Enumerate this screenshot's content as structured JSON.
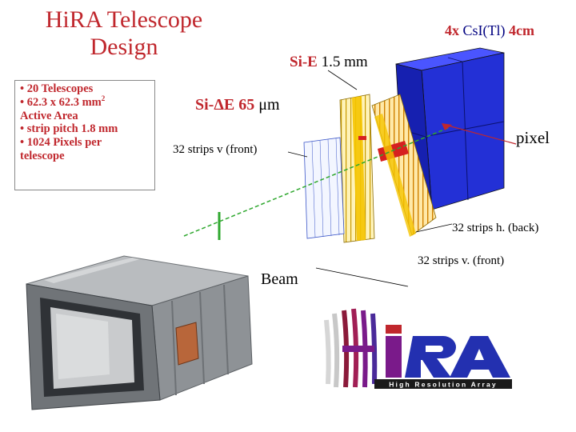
{
  "title": {
    "line1": "HiRA Telescope",
    "line2": "Design"
  },
  "bullets": [
    {
      "text": "• 20 Telescopes"
    },
    {
      "text": "• 62.3 x 62.3 mm",
      "sup": "2"
    },
    {
      "text": "Active Area"
    },
    {
      "text": "• strip pitch 1.8 mm"
    },
    {
      "text": "• 1024 Pixels per"
    },
    {
      "text": "telescope"
    }
  ],
  "labels": {
    "csi_red": "4x",
    "csi_mid": "CsI(Tl)",
    "csi_end": "4cm",
    "sie_red": "Si-E",
    "sie_rest": "1.5 mm",
    "side_red": "Si-ΔE 65",
    "side_rest": "μm",
    "front_strips": "32 strips v (front)",
    "pixel": "pixel",
    "back_strips": "32 strips h. (back)",
    "front_strips2": "32 strips v. (front)",
    "beam": "Beam"
  },
  "logo": {
    "letters": "iRA",
    "tagline": "High Resolution Array"
  },
  "colors": {
    "accent": "#c0272d",
    "csi_blue": "#2430d8",
    "strip_yellow": "#f5c400",
    "beam_green": "#2fa82f"
  }
}
